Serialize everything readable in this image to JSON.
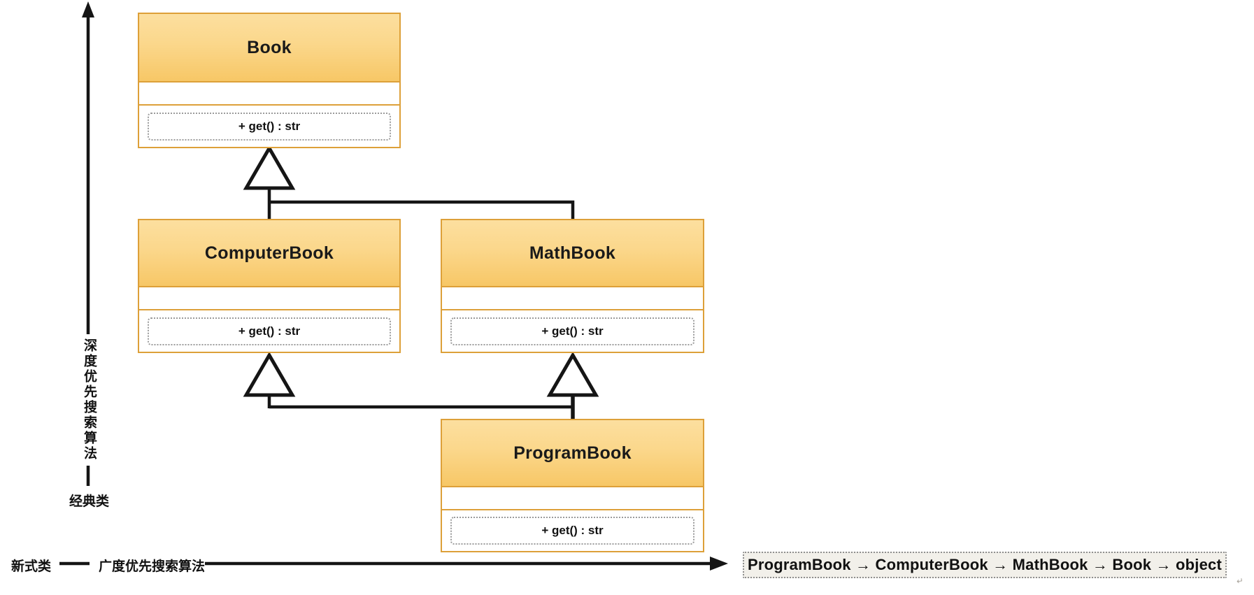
{
  "diagram": {
    "classes": [
      {
        "name": "Book",
        "method": "+ get() : str"
      },
      {
        "name": "ComputerBook",
        "method": "+ get() : str"
      },
      {
        "name": "MathBook",
        "method": "+ get() : str"
      },
      {
        "name": "ProgramBook",
        "method": "+ get() : str"
      }
    ],
    "vertical_axis": {
      "label": "深度优先搜索算法",
      "origin_label": "经典类"
    },
    "horizontal_axis": {
      "origin_label": "新式类",
      "label": "广度优先搜索算法"
    },
    "mro_result": "ProgramBook → ComputerBook → MathBook → Book → object",
    "corner_mark": "↵",
    "colors": {
      "class_header_top": "#fcdf9f",
      "class_header_bottom": "#f7c766",
      "class_border": "#dda039",
      "line_color": "#151515",
      "mro_background": "#f2f0ea",
      "mro_border": "#8f8f8f",
      "method_pill_border": "#9b9b9b"
    }
  }
}
